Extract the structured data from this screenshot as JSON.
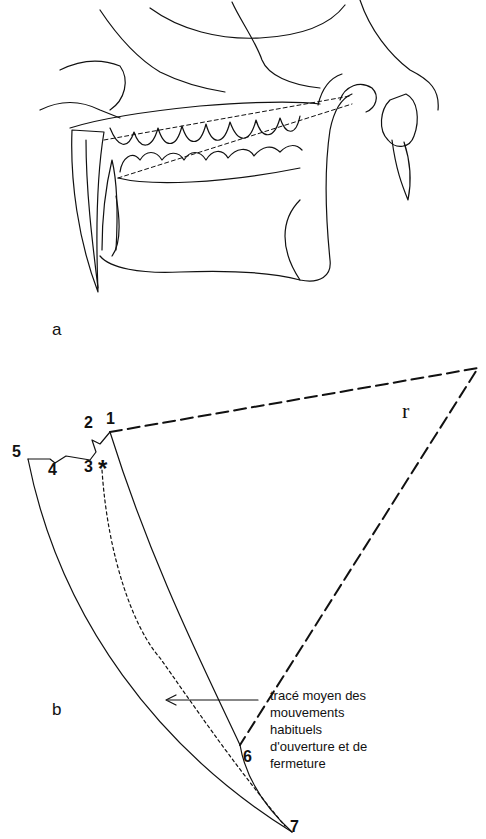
{
  "diagram": {
    "labels": [
      "a",
      "b",
      "r",
      "1",
      "2",
      "3",
      "4",
      "5",
      "6",
      "7",
      "*",
      "tracé moyen des mouvements habituels d'ouverture et de fermeture"
    ]
  }
}
